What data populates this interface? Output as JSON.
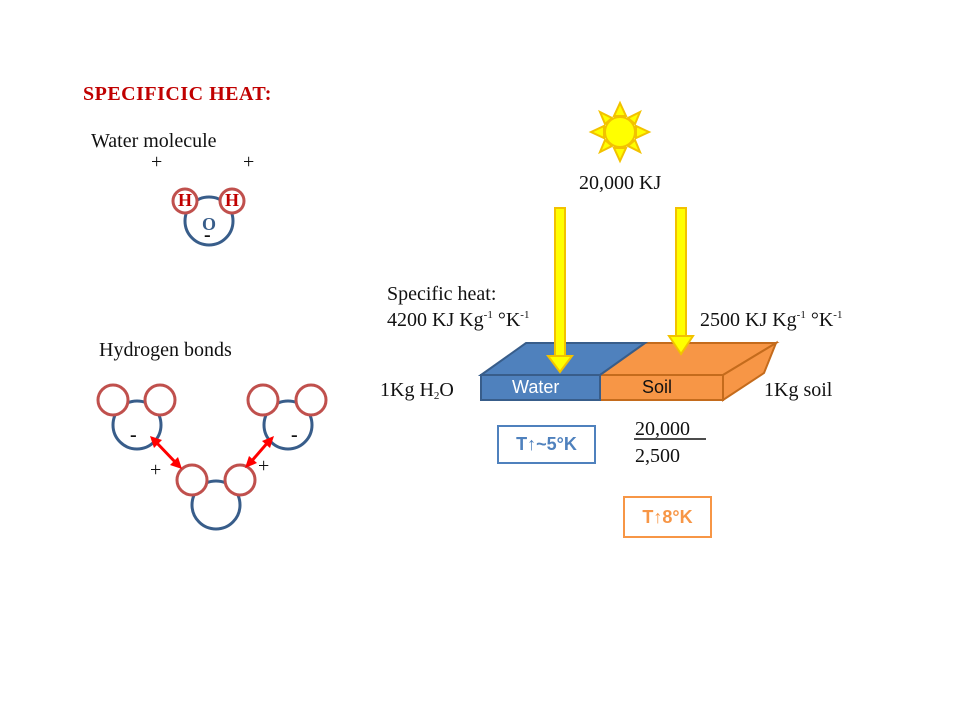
{
  "title": "SPECIFICIC HEAT:",
  "molecule_label": "Water molecule",
  "plus_sign": "+",
  "minus_sign": "-",
  "hydrogen_letter": "H",
  "oxygen_letter": "O",
  "bonds_label": "Hydrogen bonds",
  "energy_label": "20,000 KJ",
  "specific_heat_label": "Specific heat:",
  "water_heat_value": "4200 KJ Kg",
  "soil_heat_value": "2500 KJ Kg",
  "unit_exp": "-1",
  "unit_kelvin": " °K",
  "water_mass_prefix": "1Kg H",
  "water_mass_sub": "2",
  "water_mass_suffix": "O",
  "soil_mass_label": "1Kg soil",
  "water_slab_label": "Water",
  "soil_slab_label": "Soil",
  "fraction_numerator": "20,000",
  "fraction_denominator": "2,500",
  "water_temp_rise": "T↑~5°K",
  "soil_temp_rise": "T↑8°K",
  "colors": {
    "title": "#C00000",
    "hydrogen_stroke": "#C0504D",
    "oxygen_stroke": "#385D8A",
    "water_fill": "#4F81BD",
    "soil_fill": "#F79646",
    "water_box": "#4F81BD",
    "soil_box": "#F79646",
    "arrow_red": "#FF0000",
    "sun_fill": "#FFFF00",
    "beam_fill": "#FFFF00",
    "beam_stroke": "#F2C200"
  }
}
